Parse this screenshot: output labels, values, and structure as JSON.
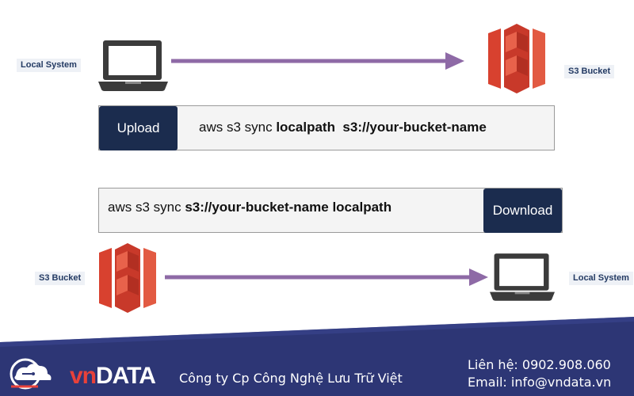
{
  "top_flow": {
    "source_label": "Local System",
    "target_label": "S3 Bucket",
    "action_label": "Upload",
    "command_prefix": "aws s3 sync",
    "command_arg1": "localpath",
    "command_arg2": "s3://your-bucket-name"
  },
  "bottom_flow": {
    "source_label": "S3 Bucket",
    "target_label": "Local System",
    "action_label": "Download",
    "command_prefix": "aws s3 sync",
    "command_arg1": "s3://your-bucket-name",
    "command_arg2": "localpath"
  },
  "footer": {
    "brand": "DATA",
    "brand_prefix": "vn",
    "company": "Công ty Cp Công Nghệ Lưu Trữ Việt",
    "contact_phone": "Liên hệ: 0902.908.060",
    "contact_email": "Email: info@vndata.vn"
  },
  "colors": {
    "arrow": "#8e6aa6",
    "button": "#1b2c4e",
    "s3_red": "#d8412f",
    "footer_bg": "#2d3675"
  },
  "icons": {
    "laptop": "laptop-icon",
    "bucket": "s3-bucket-icon",
    "logo": "vndata-cloud-logo-icon"
  }
}
